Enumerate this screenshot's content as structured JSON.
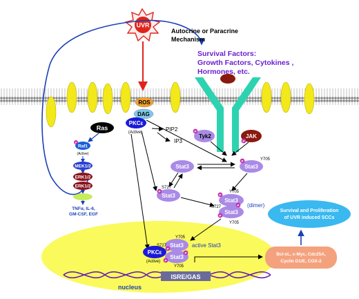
{
  "uvr": {
    "label": "UVR",
    "color": "#e0241b"
  },
  "mechanism": {
    "line1": "Autocrine or Paracrine",
    "line2": "Mechanism"
  },
  "survival_factors": {
    "line1": "Survival Factors:",
    "line2": "Growth Factors, Cytokines ,",
    "line3": "Hormones, etc.",
    "color": "#6a1fd0"
  },
  "membrane": {
    "ros": "ROS",
    "dag": "DAG"
  },
  "kinases": {
    "ras": "Ras",
    "pkce": "PKCε",
    "pkce_state": "(Active)",
    "tyk2": "Tyk2",
    "jak": "JAK"
  },
  "lipids": {
    "pip2": "PIP2",
    "ip3": "IP3"
  },
  "mapk": {
    "raf1": "Raf1",
    "raf1_state": "(Active)",
    "mek": "MEK1/2",
    "erk_a": "ERK1/2",
    "erk_b": "ERK1/2",
    "unlabeled": "",
    "outputs": [
      "TNFα, IL-6,",
      "GM-CSF, EGF"
    ]
  },
  "stat3": {
    "label": "Stat3",
    "y705": "Y705",
    "s727": "S727",
    "dimer": "(dimer)",
    "active": "active Stat3"
  },
  "phospho": {
    "p": "P"
  },
  "nuclear": {
    "pkce": "PKCε",
    "pkce_state": "(Active)",
    "isre": "ISRE/GAS",
    "nucleus": "nucleus"
  },
  "outcome": {
    "line1": "Survival and Proliferation",
    "line2": "of UVR induced SCCs"
  },
  "targets": {
    "line1": "Bcl-xL, c-Myc, Cdc25A,",
    "line2": "Cyclin D1/E, COX-2"
  },
  "colors": {
    "stat3": "#a98ae6",
    "nucleus": "#fafa5c",
    "receptor": "#2dd3b0",
    "ligand": "#8a1a10",
    "outcome": "#3ab8f0",
    "targets": "#f4a27e",
    "phospho": "#c22fb0"
  }
}
